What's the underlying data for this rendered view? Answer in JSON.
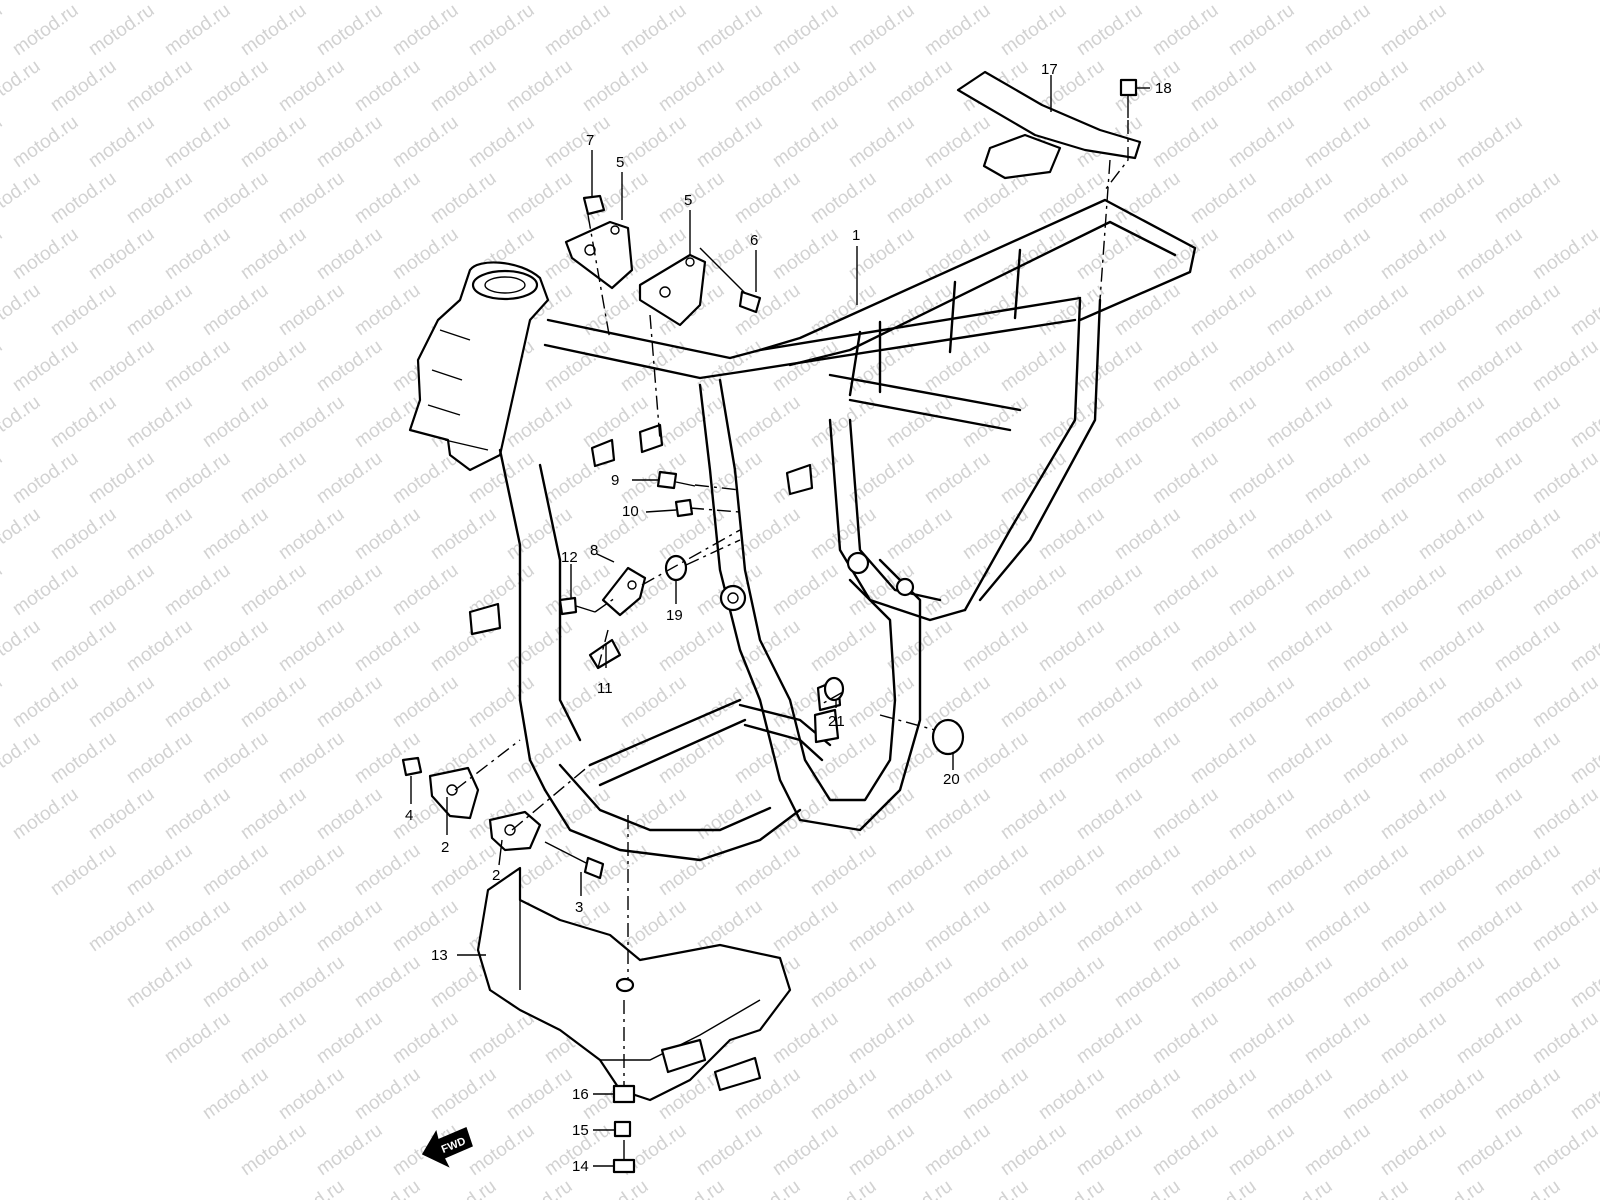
{
  "watermark": {
    "text": "motod.ru"
  },
  "fwd_label": "FWD",
  "callouts": [
    {
      "id": "c1",
      "label": "1"
    },
    {
      "id": "c2a",
      "label": "2"
    },
    {
      "id": "c2b",
      "label": "2"
    },
    {
      "id": "c3",
      "label": "3"
    },
    {
      "id": "c4",
      "label": "4"
    },
    {
      "id": "c5a",
      "label": "5"
    },
    {
      "id": "c5b",
      "label": "5"
    },
    {
      "id": "c6",
      "label": "6"
    },
    {
      "id": "c7",
      "label": "7"
    },
    {
      "id": "c8",
      "label": "8"
    },
    {
      "id": "c9",
      "label": "9"
    },
    {
      "id": "c10",
      "label": "10"
    },
    {
      "id": "c11",
      "label": "11"
    },
    {
      "id": "c12",
      "label": "12"
    },
    {
      "id": "c13",
      "label": "13"
    },
    {
      "id": "c14",
      "label": "14"
    },
    {
      "id": "c15",
      "label": "15"
    },
    {
      "id": "c16",
      "label": "16"
    },
    {
      "id": "c17",
      "label": "17"
    },
    {
      "id": "c18",
      "label": "18"
    },
    {
      "id": "c19",
      "label": "19"
    },
    {
      "id": "c20",
      "label": "20"
    },
    {
      "id": "c21",
      "label": "21"
    }
  ]
}
